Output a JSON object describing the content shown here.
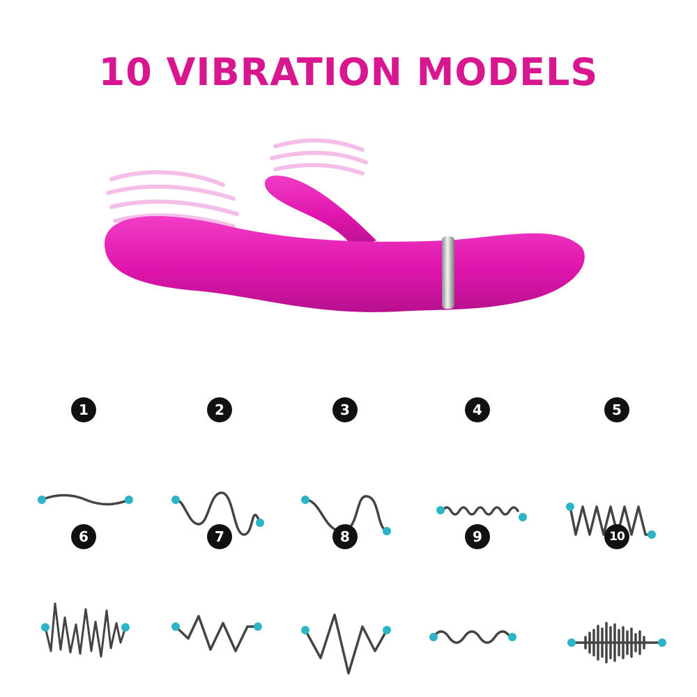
{
  "title": "10 VIBRATION MODELS",
  "colors": {
    "accent": "#d8168f",
    "product_body": "#e619b4",
    "ring": "#c8c8c8",
    "wave_line": "#444444",
    "wave_dot": "#2bb5c6",
    "badge": "#111111"
  },
  "modes": [
    {
      "label": "1",
      "wave": "gentle-sine-wave"
    },
    {
      "label": "2",
      "wave": "large-sine-wave"
    },
    {
      "label": "3",
      "wave": "slow-large-wave"
    },
    {
      "label": "4",
      "wave": "fast-small-wave"
    },
    {
      "label": "5",
      "wave": "dense-tall-wave"
    },
    {
      "label": "6",
      "wave": "random-spike-wave"
    },
    {
      "label": "7",
      "wave": "zigzag-wave"
    },
    {
      "label": "8",
      "wave": "large-zigzag-wave"
    },
    {
      "label": "9",
      "wave": "medium-sine-wave"
    },
    {
      "label": "10",
      "wave": "audio-pulse-wave"
    }
  ]
}
